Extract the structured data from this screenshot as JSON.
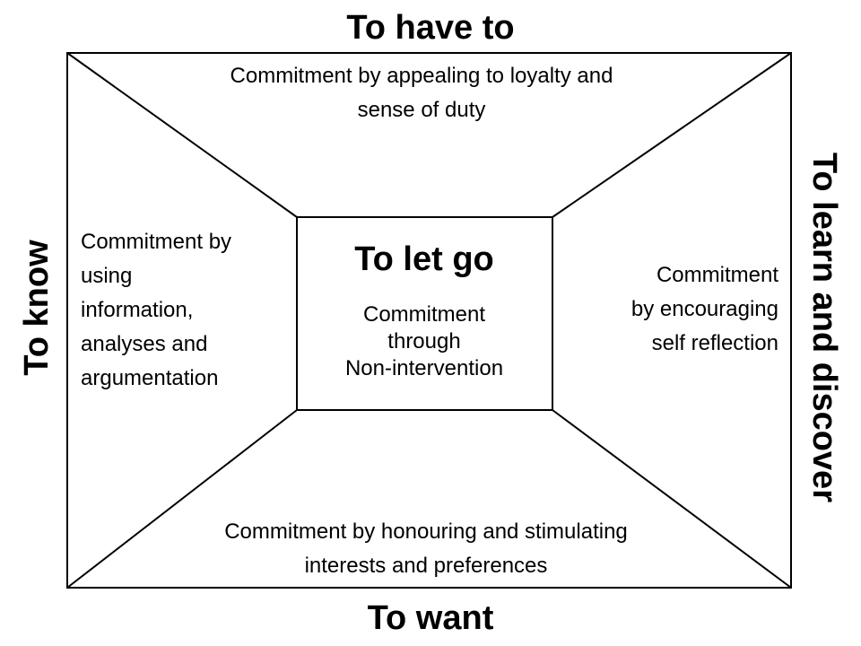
{
  "labels": {
    "top": "To have to",
    "bottom": "To want",
    "left": "To know",
    "right": "To learn and discover"
  },
  "regions": {
    "top": [
      "Commitment by appealing to loyalty and",
      "sense of duty"
    ],
    "bottom": [
      "Commitment by honouring and stimulating",
      "interests and preferences"
    ],
    "left": [
      "Commitment by",
      "using",
      "information,",
      "analyses and",
      "argumentation"
    ],
    "right": [
      "Commitment",
      "by encouraging",
      "self reflection"
    ],
    "center": {
      "title": "To let go",
      "lines": [
        "Commitment",
        "through",
        "Non-intervention"
      ]
    }
  }
}
